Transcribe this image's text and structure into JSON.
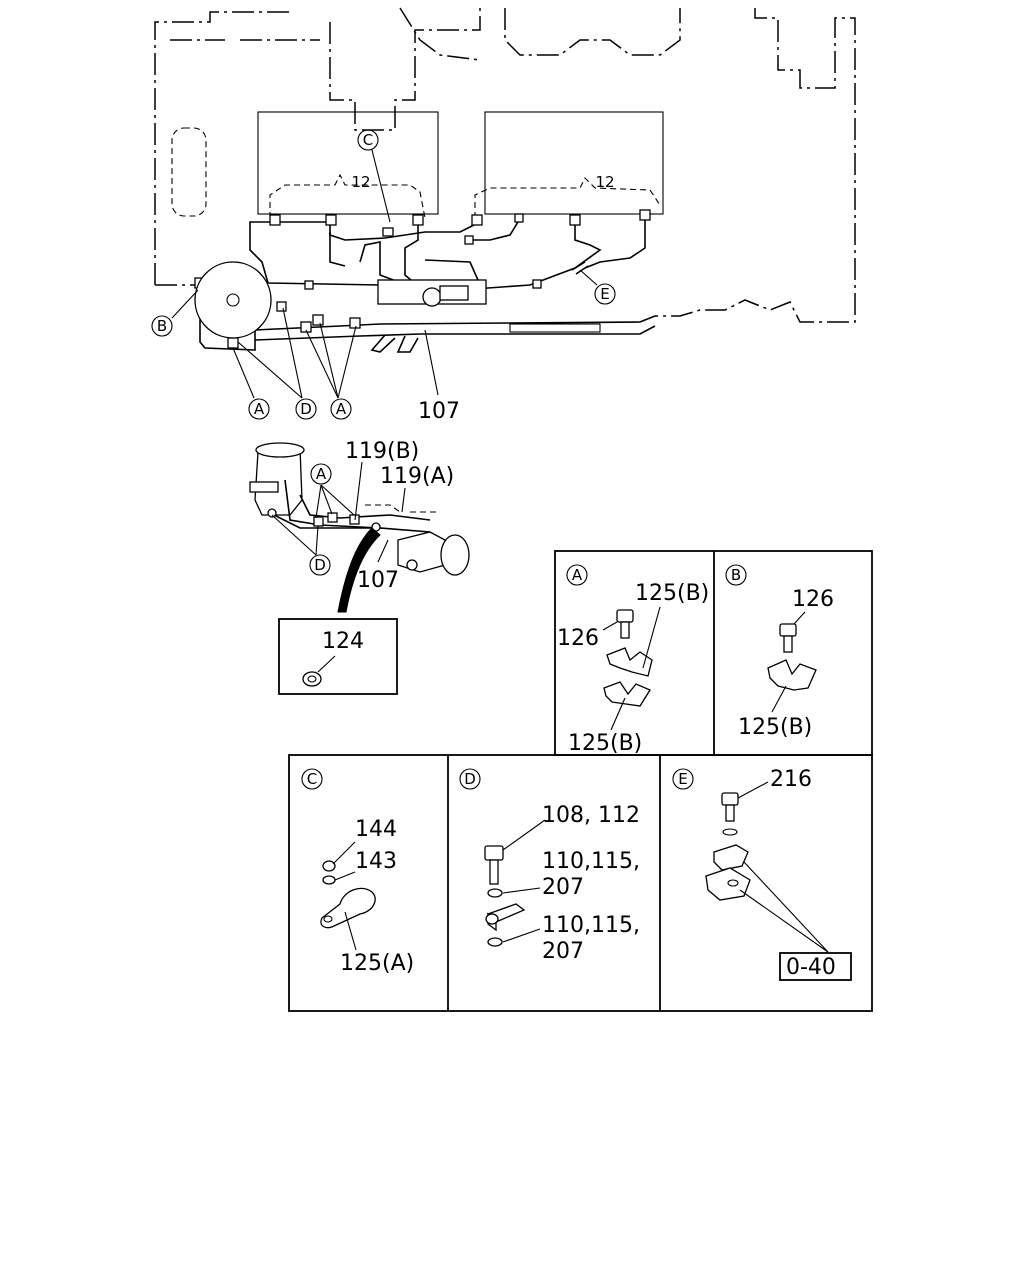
{
  "main_view": {
    "callouts": {
      "c": "C",
      "e": "E",
      "b": "B",
      "a1": "A",
      "d": "D",
      "a2": "A"
    },
    "part_107": "107",
    "pipe_marks": [
      "12",
      "12"
    ]
  },
  "sub_view": {
    "label_119b": "119(B)",
    "label_119a": "119(A)",
    "callout_a": "A",
    "callout_d": "D",
    "part_107": "107",
    "inset_part": "124"
  },
  "detail_a": {
    "callout": "A",
    "bolt": "126",
    "clamp_top": "125(B)",
    "clamp_bottom": "125(B)"
  },
  "detail_b": {
    "callout": "B",
    "bolt": "126",
    "clamp": "125(B)"
  },
  "detail_c": {
    "callout": "C",
    "nut": "144",
    "washer": "143",
    "clamp": "125(A)"
  },
  "detail_d": {
    "callout": "D",
    "bolt": "108, 112",
    "washer_set_1_line1": "110,115,",
    "washer_set_1_line2": "207",
    "washer_set_2_line1": "110,115,",
    "washer_set_2_line2": "207"
  },
  "detail_e": {
    "callout": "E",
    "bolt": "216",
    "reference": "0-40"
  }
}
